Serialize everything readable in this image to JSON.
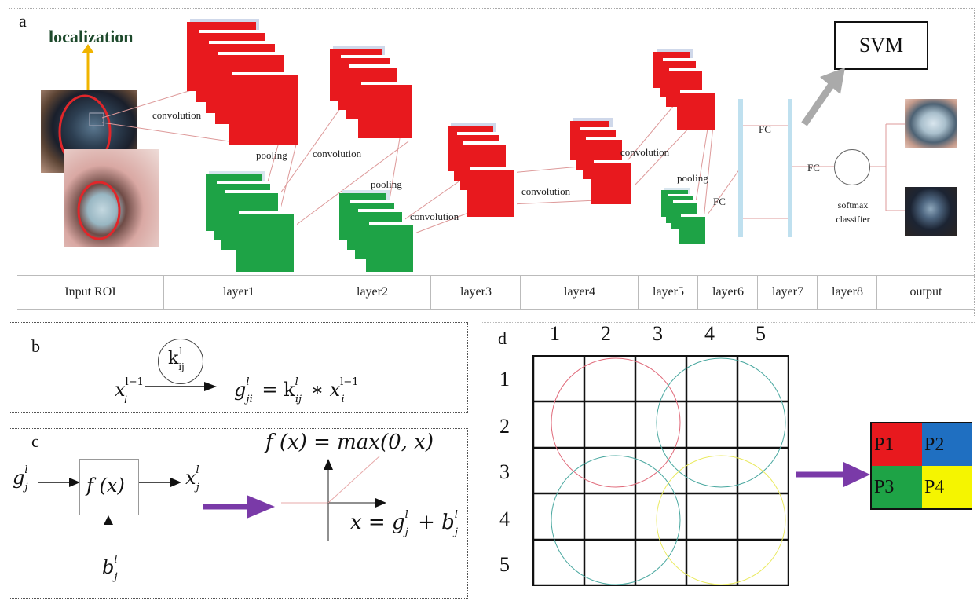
{
  "panel_labels": {
    "a": "a",
    "b": "b",
    "c": "c",
    "d": "d"
  },
  "panel_a": {
    "localization": "localization",
    "svm": "SVM",
    "ops": {
      "convolution1": "convolution",
      "pooling1": "pooling",
      "convolution2": "convolution",
      "pooling2": "pooling",
      "convolution3": "convolution",
      "convolution4": "convolution",
      "convolution5": "convolution",
      "pooling5": "pooling",
      "fc1": "FC",
      "fc2": "FC",
      "fc3": "FC",
      "softmax": "softmax classifier"
    },
    "layers": [
      "Input ROI",
      "layer1",
      "layer2",
      "layer3",
      "layer4",
      "layer5",
      "layer6",
      "layer7",
      "layer8",
      "output"
    ]
  },
  "panel_b": {
    "x_in": "x",
    "x_in_sub": "i",
    "x_in_sup": "l−1",
    "kernel": "k",
    "kernel_sub": "ij",
    "kernel_sup": "l",
    "eq": "g",
    "eq_sub": "ji",
    "eq_sup": "l",
    "eq_rhs": "= k",
    "eq_rhs_sub": "ij",
    "eq_rhs_sup": "l",
    "eq_star": "∗ x",
    "eq_end_sub": "i",
    "eq_end_sup": "l−1"
  },
  "panel_c": {
    "g_in": "g",
    "g_sub": "j",
    "g_sup": "l",
    "func": "f (x)",
    "x_out": "x",
    "x_sub": "j",
    "x_sup": "l",
    "b": "b",
    "b_sub": "j",
    "b_sup": "l",
    "relu": "f (x) = max(0, x)",
    "x_eq": "x = g",
    "x_eq_sub": "j",
    "x_eq_sup": "l",
    "x_eq_plus": "+ b",
    "x_eq_sub2": "j",
    "x_eq_sup2": "l"
  },
  "panel_d": {
    "col_labels": [
      "1",
      "2",
      "3",
      "4",
      "5"
    ],
    "row_labels": [
      "1",
      "2",
      "3",
      "4",
      "5"
    ],
    "pool": [
      "P1",
      "P2",
      "P3",
      "P4"
    ],
    "colors": {
      "p1": "#e8191e",
      "p2": "#1f6fc1",
      "p3": "#1ea346",
      "p4": "#f5f500"
    }
  },
  "colors": {
    "conv": "#e8191e",
    "pool": "#1ea346",
    "fc": "#bfe0ef",
    "arrow": "#7a3aa8",
    "gold": "#f0b400"
  }
}
